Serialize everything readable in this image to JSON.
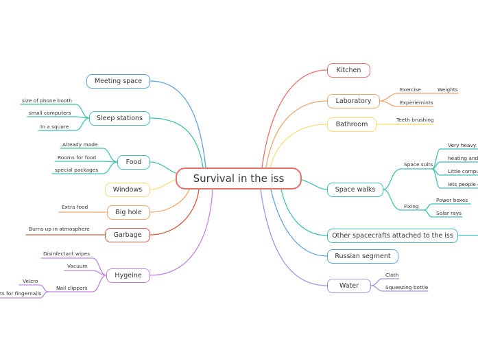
{
  "central": "Survival in the iss",
  "colors": {
    "central": "#e8706a",
    "kitchen": "#e8706a",
    "laboratory": "#f2a46f",
    "bathroom": "#f8de72",
    "space_walks": "#3ec1b1",
    "other_spacecrafts": "#3ec1b1",
    "russian": "#5ba3e0",
    "water": "#a98fe0",
    "meeting": "#5ba3e0",
    "sleep": "#3ec1b1",
    "food": "#3ec1b1",
    "windows": "#f8de72",
    "big_hole": "#f2a46f",
    "garbage": "#d7553d",
    "hygeine": "#c084e0"
  },
  "right": {
    "kitchen": "Kitchen",
    "laboratory": {
      "label": "Laboratory",
      "exercise": "Exercise",
      "weights": "Weights",
      "experiments": "Experiemints"
    },
    "bathroom": {
      "label": "Bathroom",
      "teeth": "Teeth brushing"
    },
    "space_walks": {
      "label": "Space walks",
      "suits": "Space suits",
      "suit_items": [
        "Very heavy",
        "heating and c",
        "Little comput",
        "lets people g"
      ],
      "fixing": "Fixing",
      "fixing_items": [
        "Power boxes",
        "Solar rays"
      ]
    },
    "other_spacecrafts": "Other spacecrafts attached to the iss",
    "russian": "Russian segment",
    "water": {
      "label": "Water",
      "items": [
        "Cloth",
        "Squeezing bottle"
      ]
    }
  },
  "left": {
    "meeting": "Meeting space",
    "sleep": {
      "label": "Sleep stations",
      "items": [
        "size of phone booth",
        "small computers",
        "In a square"
      ]
    },
    "food": {
      "label": "Food",
      "items": [
        "Already made",
        "Rooms for food",
        "special packages"
      ]
    },
    "windows": "Windows",
    "big_hole": {
      "label": "Big hole",
      "items": [
        "Extra food"
      ]
    },
    "garbage": {
      "label": "Garbage",
      "items": [
        "Burns up in atmosphere"
      ]
    },
    "hygeine": {
      "label": "Hygeine",
      "items": [
        "Disinfectant wipes",
        "Vacuum",
        "Nail clippers"
      ],
      "nail_items": [
        "Velcro",
        "ts for fingernails"
      ]
    }
  }
}
